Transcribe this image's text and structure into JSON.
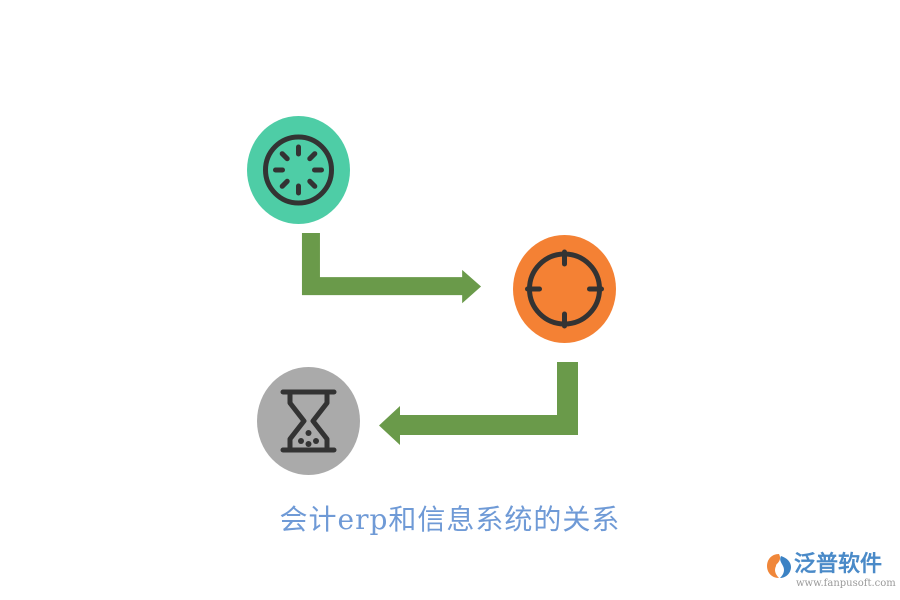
{
  "caption": "会计erp和信息系统的关系",
  "brand": {
    "name": "泛普软件",
    "url": "www.fanpusoft.com"
  },
  "colors": {
    "node_top": "#4ecda6",
    "node_mid": "#f48134",
    "node_bottom": "#aaaaaa",
    "icon_stroke": "#333333",
    "arrow": "#6a9a4a",
    "caption": "#6f9ad6",
    "brand_text": "#4a8ac8",
    "brand_url": "#9a9a9a",
    "brand_logo_orange": "#f0873a",
    "brand_logo_blue": "#3b82c4"
  },
  "nodes": [
    {
      "id": "top",
      "icon": "loading-spinner-icon"
    },
    {
      "id": "mid",
      "icon": "crosshair-target-icon"
    },
    {
      "id": "bottom",
      "icon": "hourglass-icon"
    }
  ],
  "arrows": [
    {
      "from": "top",
      "to": "mid",
      "direction": "down-then-right"
    },
    {
      "from": "mid",
      "to": "bottom",
      "direction": "down-then-left"
    }
  ]
}
